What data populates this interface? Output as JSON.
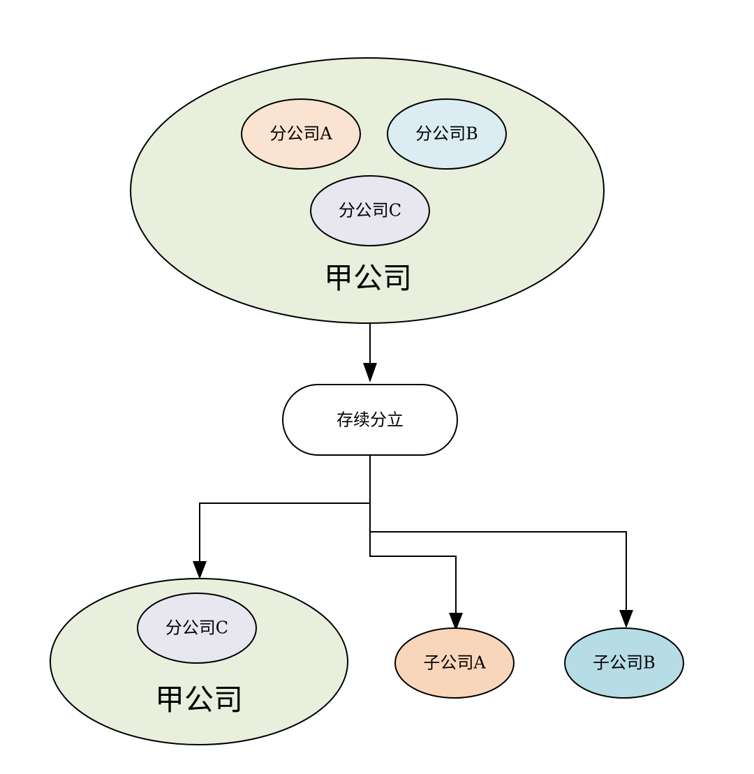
{
  "diagram": {
    "before": {
      "parent": {
        "label": "甲公司",
        "color": "#e8efdc"
      },
      "branches": [
        {
          "label": "分公司A",
          "color": "#fbe3d1"
        },
        {
          "label": "分公司B",
          "color": "#dbedf2"
        },
        {
          "label": "分公司C",
          "color": "#e8e6ef"
        }
      ]
    },
    "process": {
      "label": "存续分立",
      "color": "#ffffff"
    },
    "after": {
      "parent": {
        "label": "甲公司",
        "color": "#e8efdc"
      },
      "retained_branch": {
        "label": "分公司C",
        "color": "#e8e6ef"
      },
      "subsidiaries": [
        {
          "label": "子公司A",
          "color": "#f9d6ba"
        },
        {
          "label": "子公司B",
          "color": "#b6dce6"
        }
      ]
    }
  }
}
